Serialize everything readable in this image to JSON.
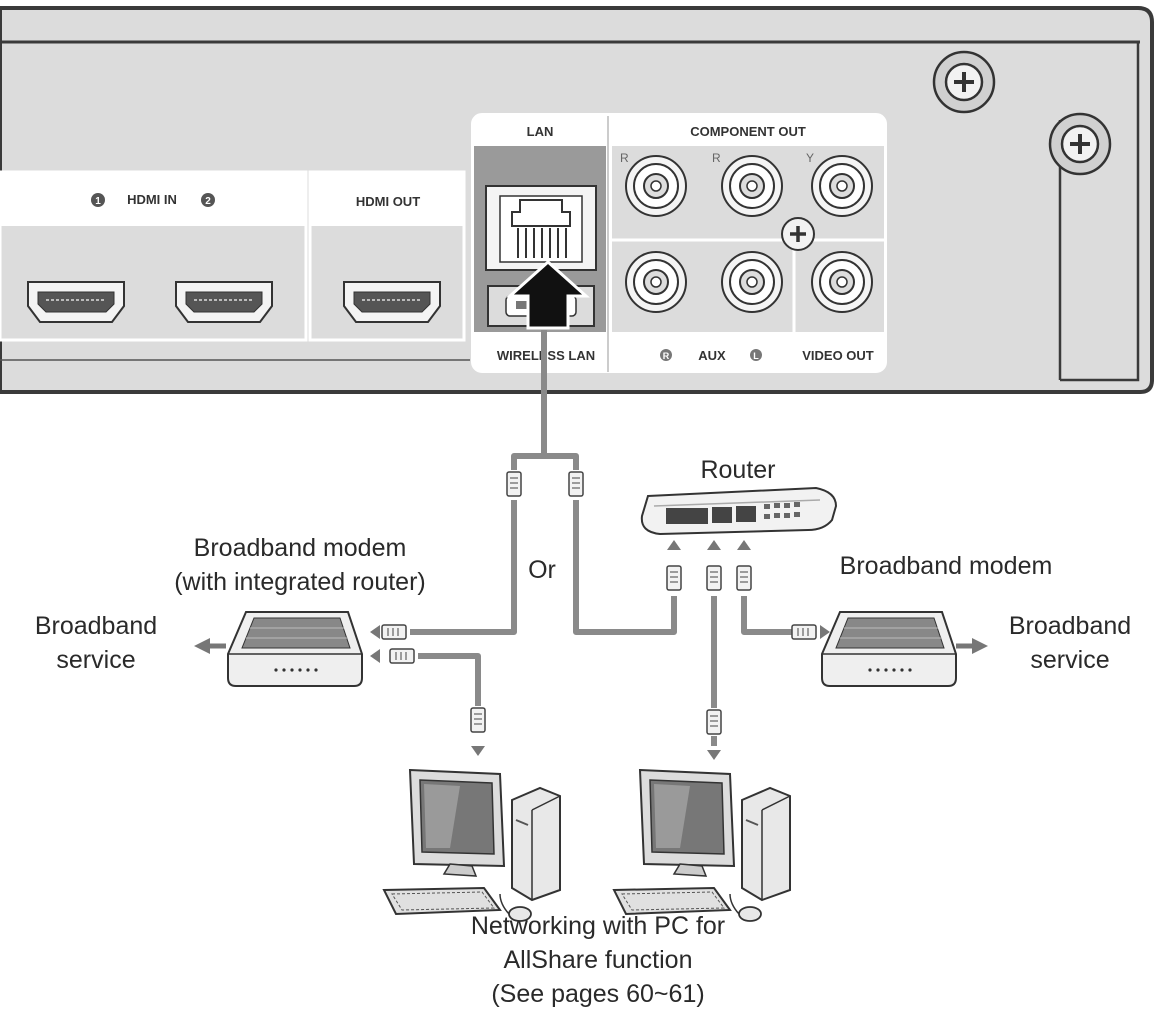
{
  "panel": {
    "hdmi_in": "HDMI IN",
    "hdmi_in_port1": "1",
    "hdmi_in_port2": "2",
    "hdmi_out": "HDMI OUT",
    "lan": "LAN",
    "wireless_lan": "WIRELESS LAN",
    "component_out": "COMPONENT OUT",
    "comp_r1": "R",
    "comp_r2": "R",
    "comp_y": "Y",
    "aux": "AUX",
    "aux_r": "R",
    "aux_l": "L",
    "video_out": "VIDEO OUT"
  },
  "labels": {
    "router": "Router",
    "or": "Or",
    "modem_integrated_line1": "Broadband modem",
    "modem_integrated_line2": "(with integrated router)",
    "modem_right": "Broadband modem",
    "service_left_line1": "Broadband",
    "service_left_line2": "service",
    "service_right_line1": "Broadband",
    "service_right_line2": "service",
    "pc_line1": "Networking with PC for",
    "pc_line2": "AllShare function",
    "pc_line3": "(See pages 60~61)"
  },
  "colors": {
    "device_body": "#dcdcdc",
    "device_outline": "#3a3a3a",
    "cable": "#8a8a8a",
    "lan_area": "#9a9a9a"
  }
}
